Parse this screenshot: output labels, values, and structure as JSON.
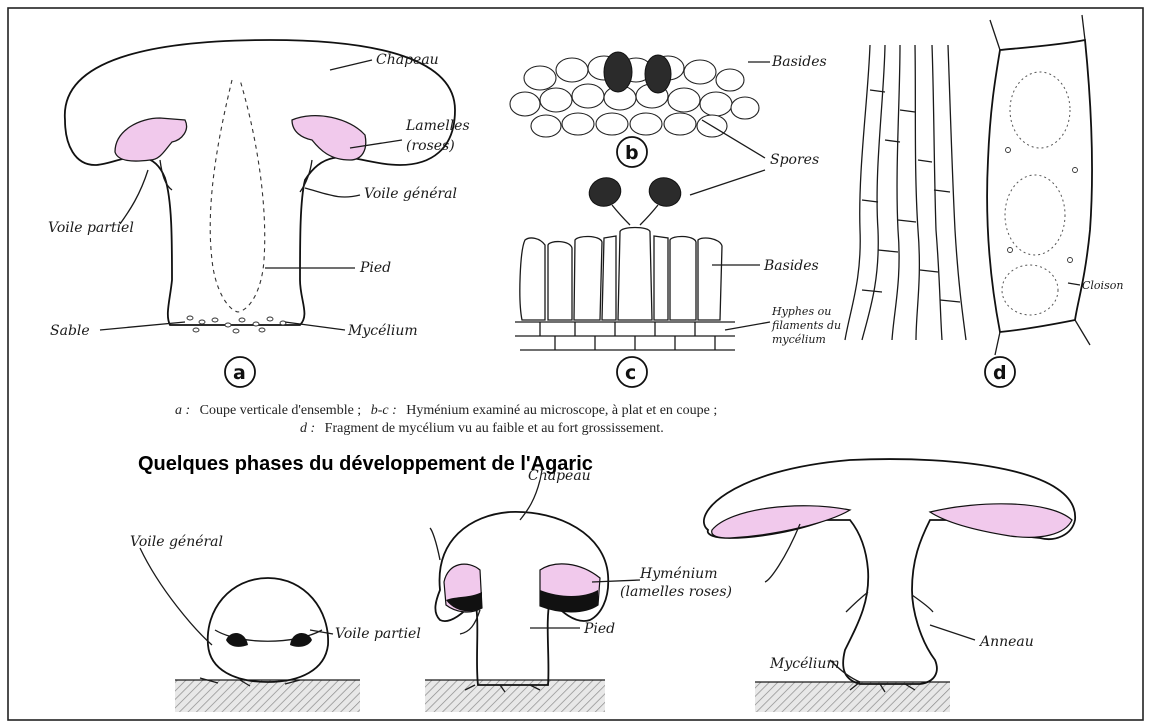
{
  "labels": {
    "chapeau_a": "Chapeau",
    "lamelles_a": "Lamelles",
    "lamelles_a2": "(roses)",
    "voile_general_a": "Voile général",
    "voile_partiel_a": "Voile partiel",
    "pied_a": "Pied",
    "sable_a": "Sable",
    "mycelium_a": "Mycélium",
    "basides_b": "Basides",
    "spores_b": "Spores",
    "basides_c": "Basides",
    "hyphes_1": "Hyphes ou",
    "hyphes_2": "filaments du",
    "hyphes_3": "mycélium",
    "cloison_d": "Cloison"
  },
  "panel_letters": {
    "a": "a",
    "b": "b",
    "c": "c",
    "d": "d"
  },
  "caption": {
    "a_key": "a :",
    "a_text": "Coupe verticale d'ensemble ;",
    "bc_key": "b-c :",
    "bc_text": "Hyménium examiné au microscope, à plat et en coupe ;",
    "d_key": "d :",
    "d_text": "Fragment de mycélium vu au faible et au fort grossissement."
  },
  "section_title": "Quelques phases du développement de l'Agaric",
  "phase_labels": {
    "voile_general": "Voile général",
    "voile_partiel": "Voile partiel",
    "chapeau": "Chapeau",
    "hymenium_1": "Hyménium",
    "hymenium_2": "(lamelles roses)",
    "pied": "Pied",
    "anneau": "Anneau",
    "mycelium": "Mycélium"
  },
  "colors": {
    "lamelles": "#f1c9ec",
    "border": "#1a1a1a"
  }
}
